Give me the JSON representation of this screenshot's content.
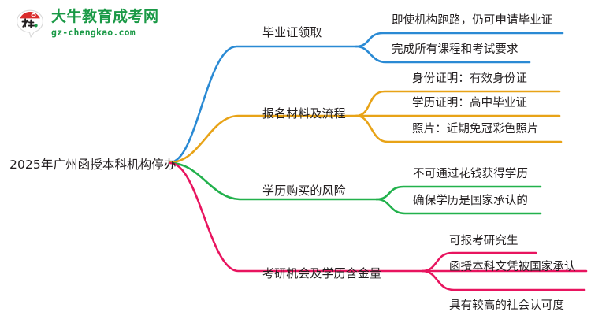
{
  "logo": {
    "name": "大牛教育成考网",
    "domain": "gz-chengkao.com",
    "mark_text": "大牛",
    "brand_color": "#1a9946",
    "mark_color": "#d92b2b"
  },
  "mindmap": {
    "root": {
      "label": "2025年广州函授本科机构停办"
    },
    "branches": [
      {
        "label": "毕业证领取",
        "color": "#2a8ad4",
        "children": [
          {
            "label": "即使机构跑路，仍可申请毕业证"
          },
          {
            "label": "完成所有课程和考试要求"
          }
        ]
      },
      {
        "label": "报名材料及流程",
        "color": "#e8a317",
        "children": [
          {
            "label": "身份证明：有效身份证"
          },
          {
            "label": "学历证明：高中毕业证"
          },
          {
            "label": "照片：近期免冠彩色照片"
          }
        ]
      },
      {
        "label": "学历购买的风险",
        "color": "#22b14c",
        "children": [
          {
            "label": "不可通过花钱获得学历"
          },
          {
            "label": "确保学历是国家承认的"
          }
        ]
      },
      {
        "label": "考研机会及学历含金量",
        "color": "#e8145f",
        "children": [
          {
            "label": "可报考研究生"
          },
          {
            "label": "函授本科文凭被国家承认"
          },
          {
            "label": "具有较高的社会认可度"
          }
        ]
      }
    ]
  }
}
